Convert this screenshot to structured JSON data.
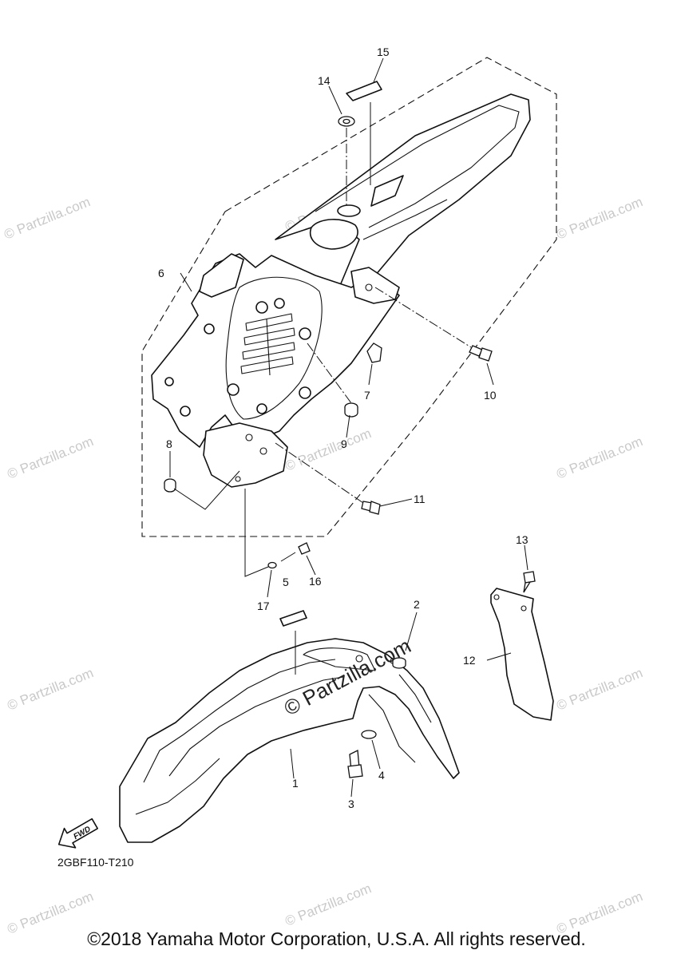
{
  "watermark": "© Partzilla.com",
  "callouts": [
    "1",
    "2",
    "3",
    "4",
    "5",
    "6",
    "7",
    "8",
    "9",
    "10",
    "11",
    "12",
    "13",
    "14",
    "15",
    "16",
    "17"
  ],
  "fwd_label": "FWD",
  "diagram_code": "2GBF110-T210",
  "copyright": "©2018 Yamaha Motor Corporation, U.S.A. All rights reserved."
}
